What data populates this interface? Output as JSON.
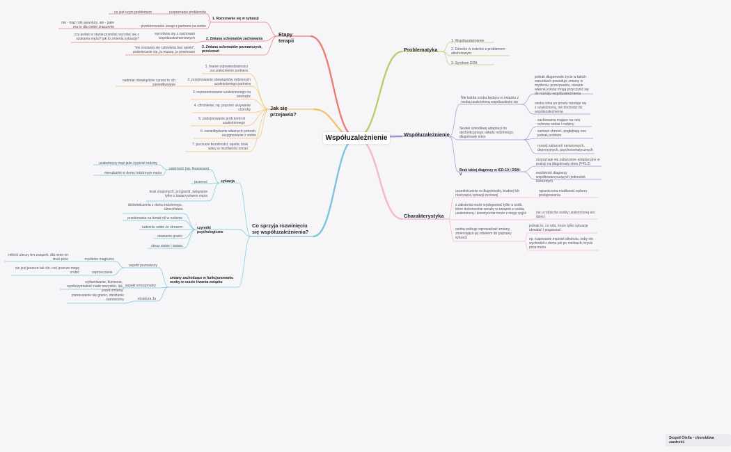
{
  "center": "Współuzależnienie",
  "footer": "Zespół Otella - chorobliwa zazdrość",
  "branches": {
    "etapy": {
      "title": "Etapy terapii",
      "color": "#ec7c74",
      "items": [
        {
          "label": "1. Rozeznanie się w sytuacji",
          "children": [
            {
              "label": "rozpoznanie problemów",
              "children": [
                {
                  "label": "co jest czym problemem"
                }
              ]
            },
            {
              "label": "przekierowanie uwagi z partnera na siebie",
              "children": [
                {
                  "label": "nie - mąż robi awantury, ale - jakie ma to dla ciebie znaczenie"
                }
              ]
            }
          ]
        },
        {
          "label": "2. Zmiana schematów zachowania",
          "children": [
            {
              "label": "wycofanie się z zachowań współuzależnieniowych",
              "children": [
                {
                  "label": "czy jestaś w stanie przestać wycofać się z szukania męża? jak to zmienia sytuację?"
                }
              ]
            }
          ]
        },
        {
          "label": "3. Zmiana schematów poznawczych, przekonań",
          "children": [
            {
              "label": "\"nie zostawia się człowieka bez opieki\", poświęcanie się, ja muszę, ja powinnam"
            }
          ]
        }
      ]
    },
    "jak": {
      "title": "Jak się przejawia?",
      "color": "#f5c26b",
      "items": [
        {
          "label": "1. branie odpowiedzialności za uzależnienie partnera"
        },
        {
          "label": "2. przejmowanie obowiązków rodzinnych uzależnionego partnera",
          "children": [
            {
              "label": "nadmiar obowiązków i przez to ich zaniedbywanie"
            }
          ]
        },
        {
          "label": "3. reprezentowanie uzależnionego na zewnątrz"
        },
        {
          "label": "4. chronienie, np. poprzez ukrywanie choroby"
        },
        {
          "label": "5. podejmowanie prób kontroli uzależnionego"
        },
        {
          "label": "6. zaniedbywanie własnych potrzeb, rezygnowanie z siebie"
        },
        {
          "label": "7. poczucie bezsilności, apatia, brak wiary w możliwości zmian"
        }
      ]
    },
    "co": {
      "title": "Co sprzyja rozwinięciu się współuzależnienia?",
      "color": "#7cc4dc",
      "items": [
        {
          "label": "sytuacja",
          "children": [
            {
              "label": "zależność (np. finansowa)",
              "children": [
                {
                  "label": "uzależniony mąż jako żywiciel rodziny"
                },
                {
                  "label": "mieszkanie w domu rodzinnym męża"
                }
              ]
            },
            {
              "label": "przemoc"
            },
            {
              "label": "brak znajomych, przyjaciół, związanie tylko z towarzystwem męża"
            }
          ]
        },
        {
          "label": "czynniki psychologiczne",
          "children": [
            {
              "label": "doświadczenia z domu rodzinnego, dzieciństwa"
            },
            {
              "label": "przekonania na temat ról w rodzinie"
            },
            {
              "label": "radzenie sobie ze stresem"
            },
            {
              "label": "stawianie granic"
            },
            {
              "label": "obraz siebie i świata"
            }
          ]
        },
        {
          "label": "zmiany zachodzące w funkcjonowaniu osoby w czasie trwania związku",
          "children": [
            {
              "label": "aspekt poznawczy",
              "children": [
                {
                  "label": "myślenie magiczne",
                  "children": [
                    {
                      "label": "miłość uleczy ten związek, dla mnie on rzuci picie"
                    }
                  ]
                },
                {
                  "label": "zaprzeczanie",
                  "children": [
                    {
                      "label": "nie jest jeszcze tak źle, coś jeszcze mogę zrobić"
                    }
                  ]
                }
              ]
            },
            {
              "label": "aspekt emocjonalny",
              "children": [
                {
                  "label": "wytłumiwanie, tłumienie, wyolbrzymiałość nade wszystko, lęk przed zmianą"
                }
              ]
            },
            {
              "label": "struktura Ja",
              "children": [
                {
                  "label": "przesuwanie się granic, obniżanie samooceny"
                }
              ]
            }
          ]
        }
      ]
    },
    "problematyka": {
      "title": "Problematyka",
      "color": "#b6cf6e",
      "items": [
        {
          "label": "1. Współuzależnienie"
        },
        {
          "label": "2. Dziecko w rodzinie z problemem alkoholowym"
        },
        {
          "label": "3. Syndrom DDA"
        }
      ]
    },
    "wspol": {
      "title": "Współuzależnienie",
      "color": "#a492d2",
      "items": [
        {
          "label": "Nie każda osoba będąca w związku z osobą uzależnioną współuzależni się",
          "children": [
            {
              "label": "jednak długotrwałe życie w takich warunkach powoduje zmiany w myśleniu, przeżywaniu, obrazie własnej osoby mogą przyczynić się do rozwoju współuzależnienia"
            },
            {
              "label": "osoba silna po prostu rozstaje się z uzależnioną, nie dochodzi do współuzależnienia"
            }
          ]
        },
        {
          "label": "Skutek szkodliwej adaptacji do dysfunkcyjnego układu rodzinnego, długotrwały stres",
          "children": [
            {
              "label": "zachowania mające na celu ochronę siebie i rodziny"
            },
            {
              "label": "zamiast chronić, pogłębiają one jednak problem"
            },
            {
              "label": "rozwój zaburzeń nerwicowych, depresyjnych, psychosomatycznych"
            }
          ]
        },
        {
          "label": "Brak takiej diagnozy w ICD-10 i DSM-V",
          "children": [
            {
              "label": "rozpoznaje się zaburzenie adaptacyjne w reakcji na długotrwały stres (F43.2)"
            },
            {
              "label": "możliwość diagnozy współtowarzyszących jednostek klinicznych"
            }
          ]
        }
      ]
    },
    "char": {
      "title": "Charakterystyka",
      "color": "#f4b7cf",
      "items": [
        {
          "label": "uczestniczenie w długotrwałej, trudnej lub niszczącej sytuacji życiowej",
          "children": [
            {
              "label": "ograniczona możliwość wyboru postępowania"
            }
          ]
        },
        {
          "label": "z założenia może występować tylko u osób, które dobrowolnie weszły w związek z osobą uzależnioną i teoretycznie może z niego wyjść",
          "children": [
            {
              "label": "nie u rodziców osoby uzależnionej ani dzieci"
            }
          ]
        },
        {
          "label": "osoba próbuje wprowadzać zmiany zmierzające jej zdaniem do poprawy sytuacji",
          "children": [
            {
              "label": "jednak to, co robi, może tylko sytuację utrwalać i pogarszać"
            },
            {
              "label": "np. kupowanie mężowi alkoholu, żeby nie wychodził z domu pić po melinach; krycie picia męża"
            }
          ]
        }
      ]
    }
  }
}
